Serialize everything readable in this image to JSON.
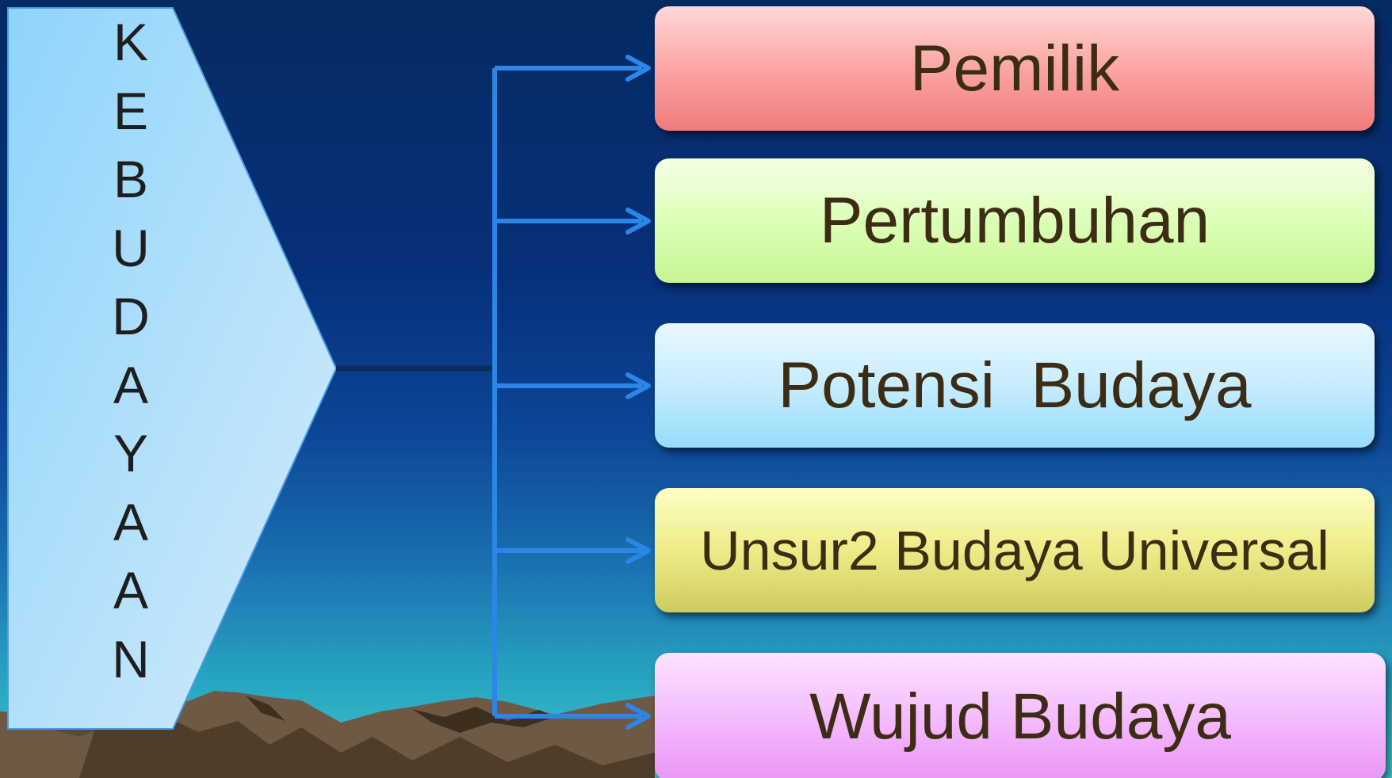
{
  "title": {
    "letters": [
      "K",
      "E",
      "B",
      "U",
      "D",
      "A",
      "Y",
      "A",
      "A",
      "N"
    ]
  },
  "boxes": [
    {
      "label": "Pemilik"
    },
    {
      "label": "Pertumbuhan"
    },
    {
      "label": "Potensi  Budaya"
    },
    {
      "label": "Unsur2 Budaya Universal"
    },
    {
      "label": "Wujud Budaya"
    }
  ],
  "colors": {
    "background_top": "#052b63",
    "background_bottom": "#3ec7cc",
    "connector": "#2b86e8",
    "text": "#3d2c14",
    "chevron": "#a7dcfc"
  }
}
